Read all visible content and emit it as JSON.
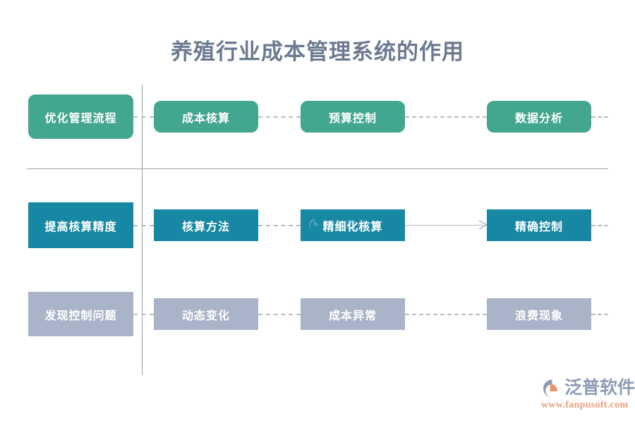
{
  "page": {
    "title": "养殖行业成本管理系统的作用",
    "background_color": "#ffffff",
    "title_color": "#6b7a90"
  },
  "colors": {
    "row1": "#43a68f",
    "row2": "#1688a3",
    "row3": "#aab4c8",
    "rule": "#9aa0a6",
    "dash": "#b9bec4",
    "arrow": "#b6bbc1",
    "logo_text": "#8f9cb5",
    "logo_url": "#e8a07a",
    "logo_accent": "#e8956a"
  },
  "rows": [
    {
      "id": "row-1",
      "lead": {
        "label": "优化管理流程"
      },
      "nodes": [
        {
          "label": "成本核算"
        },
        {
          "label": "预算控制"
        },
        {
          "label": "数据分析"
        }
      ]
    },
    {
      "id": "row-2",
      "lead": {
        "label": "提高核算精度"
      },
      "nodes": [
        {
          "label": "核算方法"
        },
        {
          "label": "精细化核算"
        },
        {
          "label": "精确控制"
        }
      ]
    },
    {
      "id": "row-3",
      "lead": {
        "label": "发现控制问题"
      },
      "nodes": [
        {
          "label": "动态变化"
        },
        {
          "label": "成本异常"
        },
        {
          "label": "浪费现象"
        }
      ]
    }
  ],
  "logo": {
    "brand": "泛普软件",
    "url": "www.fanpusoft.com",
    "mark_name": "fanpu-swoosh-logo"
  },
  "watermark": {
    "brand": "泛普软件"
  }
}
